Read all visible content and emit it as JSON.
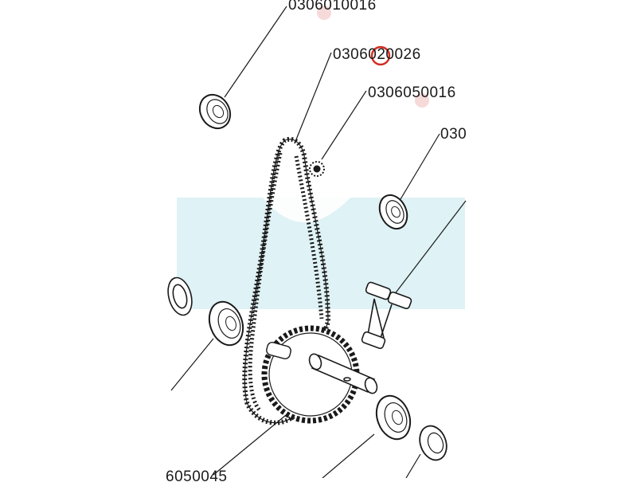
{
  "diagram": {
    "labels": {
      "top_bearing": "0306010016",
      "chain": "0306020026",
      "chain_tensioner_sprocket": "0306050016",
      "right_bearing": "030",
      "bottom_sprocket": "6050045"
    },
    "colors": {
      "background": "#ffffff",
      "line": "#1a1a1a",
      "highlight_circle": "#d42a1f",
      "watermark_band": "#dff2f5",
      "watermark_dot": "#f6d9d9"
    }
  }
}
